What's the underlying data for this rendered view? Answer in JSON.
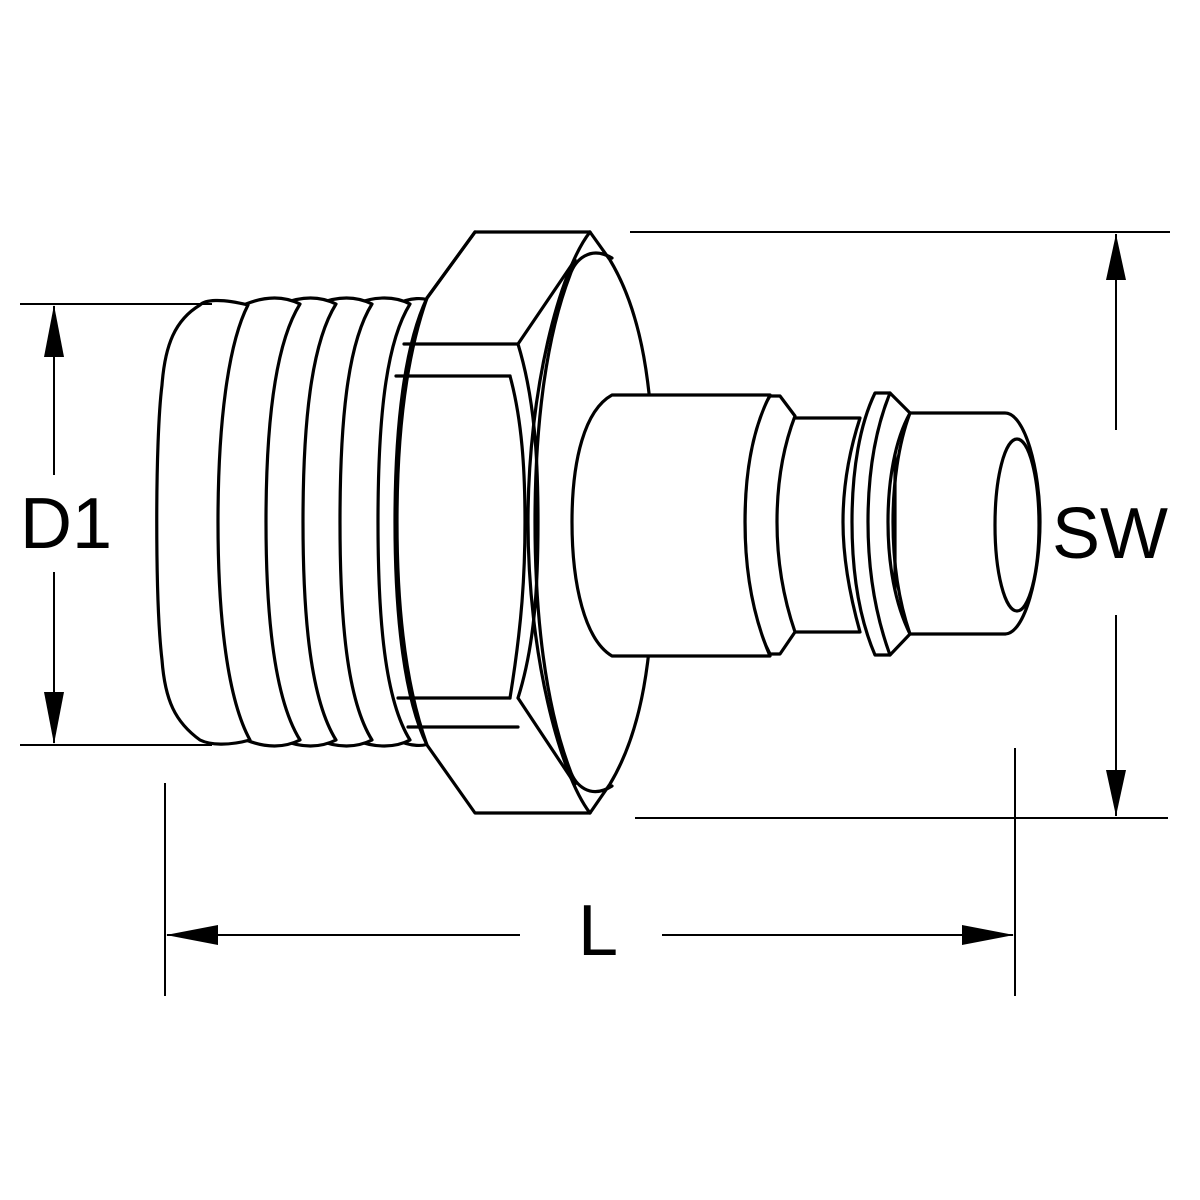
{
  "drawing": {
    "subject": "threaded quick-coupling plug nipple with hex nut",
    "line_color": "#000000",
    "background_color": "#ffffff"
  },
  "dimensions": {
    "d1": {
      "label": "D1"
    },
    "sw": {
      "label": "SW"
    },
    "l": {
      "label": "L"
    }
  }
}
